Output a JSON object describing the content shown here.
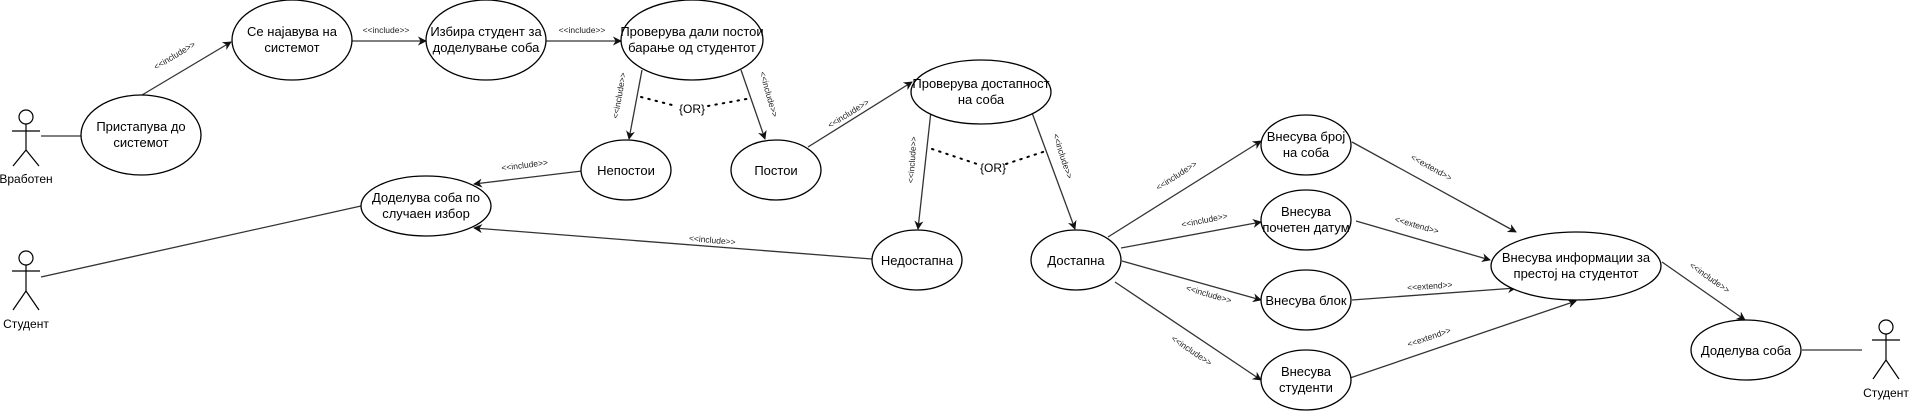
{
  "actors": {
    "employee": "Вработен",
    "student_left": "Студент",
    "student_right": "Студент"
  },
  "use_cases": {
    "access": [
      "Пристапува до",
      "системот"
    ],
    "login": [
      "Се најавува на",
      "системот"
    ],
    "select_student": [
      "Избира студент за",
      "доделување соба"
    ],
    "check_request": [
      "Проверува дали постои",
      "барање од студентот"
    ],
    "not_exists": [
      "Непостои"
    ],
    "exists": [
      "Постои"
    ],
    "random_assign": [
      "Доделува соба по",
      "случаен избор"
    ],
    "check_availability": [
      "Проверува достапност",
      "на соба"
    ],
    "unavailable": [
      "Недостапна"
    ],
    "available": [
      "Достапна"
    ],
    "enter_room_number": [
      "Внесува број",
      "на соба"
    ],
    "enter_start_date": [
      "Внесува",
      "почетен датум"
    ],
    "enter_block": [
      "Внесува блок"
    ],
    "enter_students": [
      "Внесува",
      "студенти"
    ],
    "enter_stay_info": [
      "Внесува информации за",
      "престој на студентот"
    ],
    "assign_room": [
      "Доделува соба"
    ]
  },
  "stereotypes": {
    "include": "<<include>>",
    "extend": "<<extend>>",
    "or": "{OR}"
  }
}
